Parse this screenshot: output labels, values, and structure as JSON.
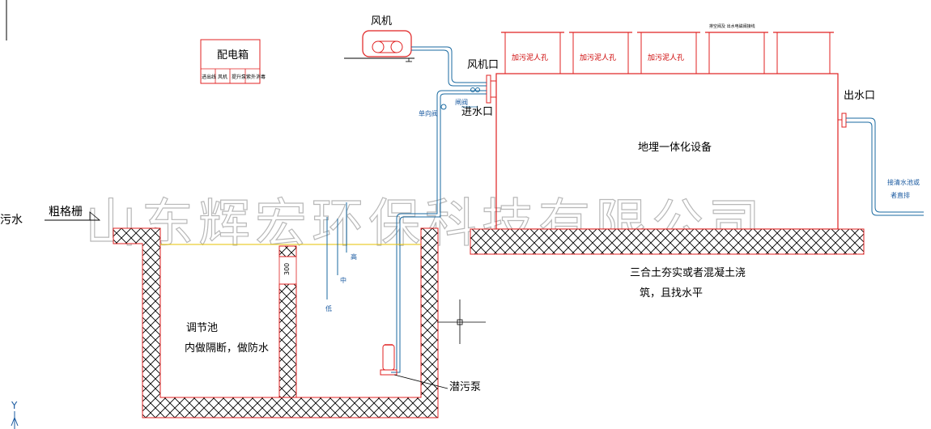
{
  "labels": {
    "fan": "风机",
    "distribution_box": "配电箱",
    "dist_box_cells": [
      "进出线",
      "风机",
      "提升泵",
      "紫外消毒"
    ],
    "manholes": [
      "加污泥人孔",
      "加污泥人孔",
      "加污泥人孔",
      "排空阀及 出水电磁阀接线"
    ],
    "fan_outlet": "风机口",
    "water_inlet": "进水口",
    "valve_label": "闸阀",
    "check_valve_label": "单向阀",
    "water_outlet": "出水口",
    "equipment": "地埋一体化设备",
    "outlet_note": [
      "接清水池或",
      "者直排"
    ],
    "sewage": "污水",
    "grille": "粗格栅",
    "level_high": "高",
    "level_mid": "中",
    "level_low": "低",
    "partition_height": "300",
    "tank_title": "调节池",
    "tank_note": "内做隔断，做防水",
    "foundation_note": [
      "三合土夯实或者混凝土浇",
      "筑，且找水平"
    ],
    "pump": "潜污泵",
    "axis_y": "Y",
    "watermark": "山东辉宏环保科技有限公司"
  },
  "colors": {
    "equipment": "#e02020",
    "pipe": "#1a6aa0",
    "hatch": "#000000",
    "water_level": "#e6c200",
    "watermark": "#b8b8b8"
  }
}
